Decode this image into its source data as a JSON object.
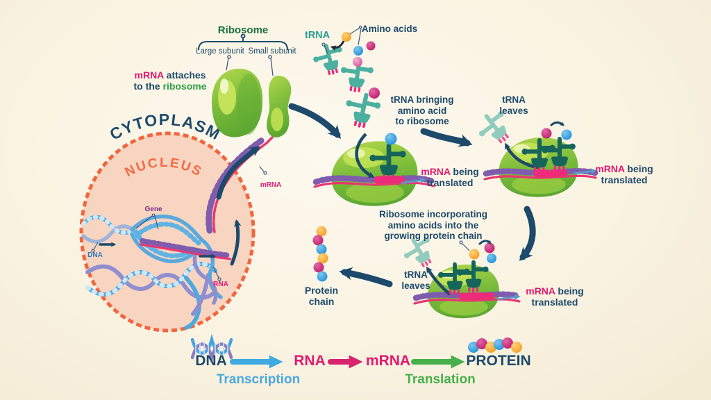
{
  "palette": {
    "background": "#faf3e2",
    "navy": "#1d4a6b",
    "pink": "#e5186e",
    "dark_green": "#1b6e3f",
    "green": "#2f9e47",
    "teal": "#2b9d8f",
    "orange": "#f26944",
    "purple": "#7b2d8b",
    "blue": "#2e7bbf",
    "light_blue": "#4aa8e0",
    "ribosome_green": "#7cbd3b",
    "mrna_strand_pink": "#e8366f",
    "mrna_teeth_purple": "#7f5cad",
    "trna_teal": "#49ae9e",
    "trna_dark_teal": "#15655b",
    "amino_orange": "#f5a31f",
    "amino_blue": "#1f8ed6",
    "amino_magenta": "#bc1a68",
    "nucleus_fill": "#f8d5c0",
    "nucleus_border": "#f2653e",
    "flow_arrow_blue": "#3fa9e0",
    "flow_arrow_magenta": "#d6246e",
    "flow_arrow_green": "#46b04a"
  },
  "icons": {
    "dna_helix": "dna-helix-icon",
    "protein_beads": "protein-beads-icon",
    "ribosome_blob": "ribosome-icon",
    "trna": "trna-icon",
    "amino_acid": "amino-acid-dot-icon"
  },
  "labels": {
    "ribosome": "Ribosome",
    "large_subunit": "Large subunit",
    "small_subunit": "Small subunit",
    "mrna_attaches": {
      "mrna": "mRNA",
      "attaches": "attaches",
      "to_the": "to the",
      "ribosome": "ribosome"
    },
    "cytoplasm": "CYTOPLASM",
    "nucleus": "NUCLEUS",
    "gene": "Gene",
    "dna": "DNA",
    "rna": "RNA",
    "mrna_strand": "mRNA",
    "trna": "tRNA",
    "amino_acids": "Amino acids",
    "trna_bringing": {
      "l1": "tRNA bringing",
      "l2": "amino acid",
      "l3": "to ribosome"
    },
    "mrna_translated": {
      "mrna": "mRNA",
      "being": "being",
      "translated": "translated"
    },
    "trna_leaves": {
      "l1": "tRNA",
      "l2": "leaves"
    },
    "ribosome_incorporating": {
      "l1": "Ribosome incorporating",
      "l2": "amino acids into the",
      "l3": "growing protein chain"
    },
    "protein_chain": {
      "l1": "Protein",
      "l2": "chain"
    }
  },
  "flow": {
    "dna": "DNA",
    "rna": "RNA",
    "mrna": "mRNA",
    "protein": "PROTEIN",
    "transcription": "Transcription",
    "translation": "Translation"
  }
}
